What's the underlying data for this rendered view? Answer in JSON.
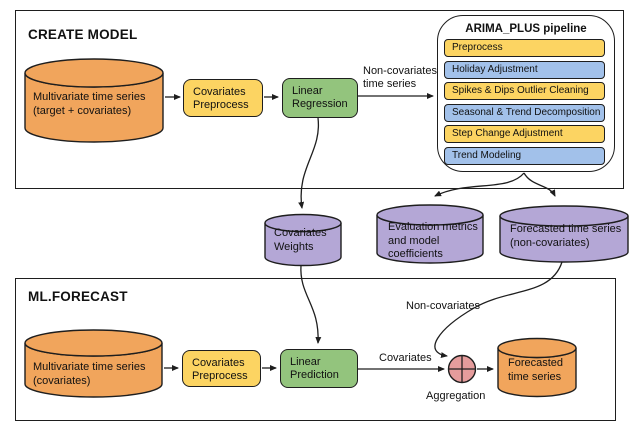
{
  "colors": {
    "orange": "#F1A55C",
    "purple": "#B4A7D6",
    "yellow": "#FCD462",
    "blue": "#A2C1EA",
    "green": "#93C47D",
    "pink": "#E59C9C",
    "line": "#1E1E1E"
  },
  "create_model": {
    "title": "CREATE MODEL",
    "input_lines": [
      "Multivariate time series",
      "(target + covariates)"
    ],
    "preprocess_lines": [
      "Covariates",
      "Preprocess"
    ],
    "regression_lines": [
      "Linear",
      "Regression"
    ],
    "edge_label_lines": [
      "Non-covariates",
      "time series"
    ]
  },
  "arima_pipeline": {
    "title": "ARIMA_PLUS pipeline",
    "steps": [
      {
        "label": "Preprocess",
        "color": "yellow"
      },
      {
        "label": "Holiday Adjustment",
        "color": "blue"
      },
      {
        "label": "Spikes & Dips Outlier Cleaning",
        "color": "yellow"
      },
      {
        "label": "Seasonal & Trend Decomposition",
        "color": "blue"
      },
      {
        "label": "Step Change Adjustment",
        "color": "yellow"
      },
      {
        "label": "Trend Modeling",
        "color": "blue"
      }
    ]
  },
  "artifacts": {
    "covariates_weights_lines": [
      "Covariates",
      "Weights"
    ],
    "evaluation_lines": [
      "Evaluation metrics",
      "and model",
      "coefficients"
    ],
    "forecast_noncov_lines": [
      "Forecasted time series",
      "(non-covariates)"
    ]
  },
  "ml_forecast": {
    "title": "ML.FORECAST",
    "input_lines": [
      "Multivariate time series",
      "(covariates)"
    ],
    "preprocess_lines": [
      "Covariates",
      "Preprocess"
    ],
    "prediction_lines": [
      "Linear",
      "Prediction"
    ],
    "covariates_edge_label": "Covariates",
    "non_covariates_edge_label": "Non-covariates",
    "aggregation_label": "Aggregation",
    "output_lines": [
      "Forecasted",
      "time series"
    ]
  }
}
